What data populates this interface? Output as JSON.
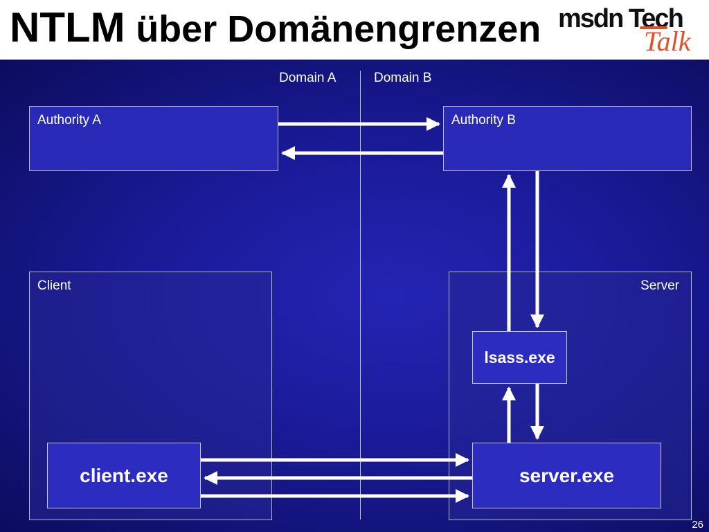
{
  "title": {
    "part1": "NTLM",
    "part2": "über Domänengrenzen"
  },
  "logo": {
    "brand": "msdn Tech",
    "sub": "Talk"
  },
  "domains": {
    "a": "Domain A",
    "b": "Domain B"
  },
  "boxes": {
    "authority_a": "Authority A",
    "authority_b": "Authority B",
    "client": "Client",
    "server": "Server"
  },
  "processes": {
    "client_exe": "client.exe",
    "server_exe": "server.exe",
    "lsass_exe": "lsass.exe"
  },
  "page_number": "26",
  "colors": {
    "background": "#1a1a98",
    "box_fill": "#2a2ab8",
    "arrow": "#ffffff",
    "logo_accent": "#e0502a"
  }
}
